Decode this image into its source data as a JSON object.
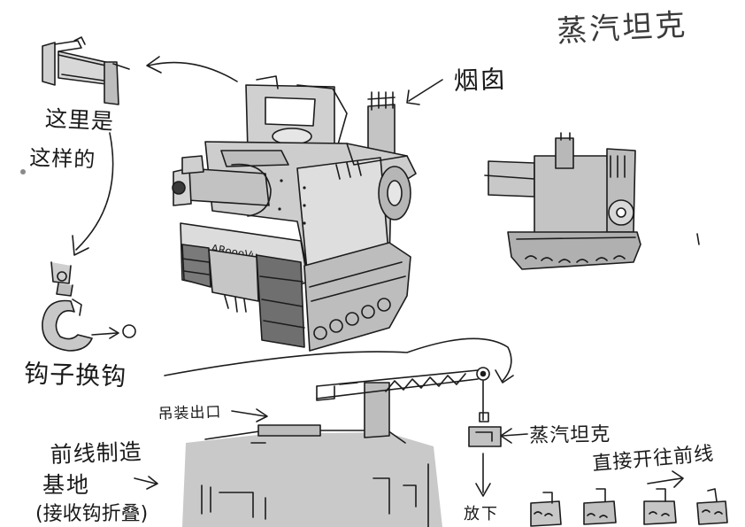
{
  "labels": {
    "title": "蒸汽坦克",
    "chimney": "烟囱",
    "texture_line1": "这里是",
    "texture_line2": "这样的",
    "hook_swap": "钩子换钩",
    "lift_exit": "吊装出口",
    "base_line1": "前线制造",
    "base_line2": "基地",
    "base_line3": "(接收钩折叠)",
    "steam_tank": "蒸汽坦克",
    "drop": "放下",
    "go_front": "直接开往前线"
  },
  "colors": {
    "ink": "#1c1c1c",
    "shade_light": "#cfcfcf",
    "shade_mid": "#b3b3b3",
    "shade_dark": "#6a6a6a",
    "paper": "#ffffff"
  }
}
